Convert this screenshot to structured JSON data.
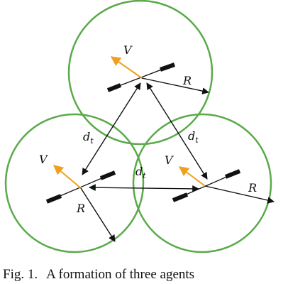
{
  "colors": {
    "circle": "#5aaa4a",
    "velocity": "#f0a020",
    "ink": "#111111"
  },
  "labels": {
    "velocity": "V",
    "range": "R",
    "distance": "d",
    "distance_sub": "t"
  },
  "caption": {
    "number": "Fig. 1.",
    "text": "A formation of three agents"
  },
  "agents": [
    {
      "id": "top",
      "velocity_label": "V",
      "range_label": "R",
      "icon": "agent-rotor-icon"
    },
    {
      "id": "left",
      "velocity_label": "V",
      "range_label": "R",
      "icon": "agent-rotor-icon"
    },
    {
      "id": "right",
      "velocity_label": "V",
      "range_label": "R",
      "icon": "agent-rotor-icon"
    }
  ]
}
